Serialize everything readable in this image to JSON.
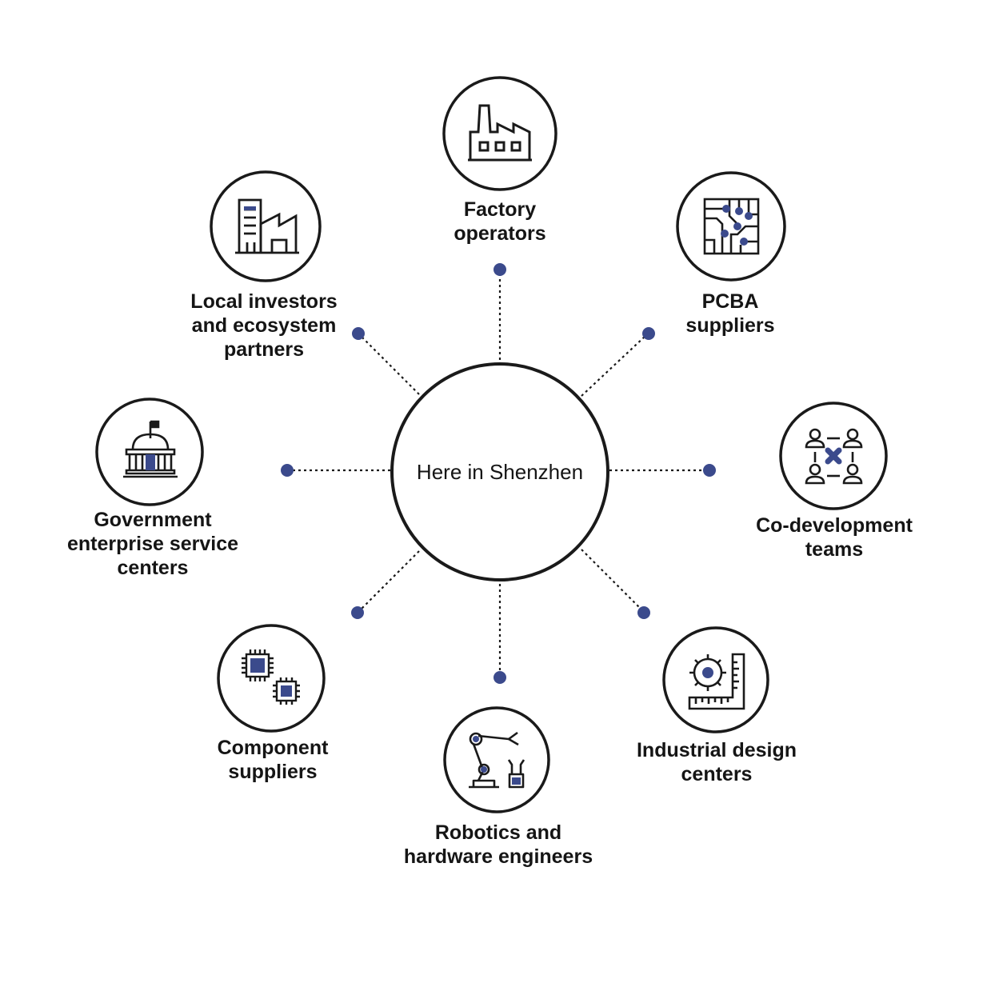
{
  "center": {
    "label": "Here in Shenzhen"
  },
  "colors": {
    "ink": "#1a1a1a",
    "accent": "#3b4a8c",
    "background": "#ffffff"
  },
  "nodes": [
    {
      "id": "factory",
      "icon": "factory-icon",
      "label_lines": [
        "Factory",
        "operators"
      ]
    },
    {
      "id": "pcba",
      "icon": "circuit-board-icon",
      "label_lines": [
        "PCBA",
        "suppliers"
      ]
    },
    {
      "id": "codev",
      "icon": "team-collaboration-icon",
      "label_lines": [
        "Co-development",
        "teams"
      ]
    },
    {
      "id": "industrial",
      "icon": "gear-ruler-icon",
      "label_lines": [
        "Industrial design",
        "centers"
      ]
    },
    {
      "id": "robotics",
      "icon": "robotic-arm-icon",
      "label_lines": [
        "Robotics and",
        "hardware engineers"
      ]
    },
    {
      "id": "component",
      "icon": "microchip-icon",
      "label_lines": [
        "Component",
        "suppliers"
      ]
    },
    {
      "id": "government",
      "icon": "government-building-icon",
      "label_lines": [
        "Government",
        "enterprise service",
        "centers"
      ]
    },
    {
      "id": "investors",
      "icon": "office-buildings-icon",
      "label_lines": [
        "Local investors",
        "and ecosystem",
        "partners"
      ]
    }
  ]
}
